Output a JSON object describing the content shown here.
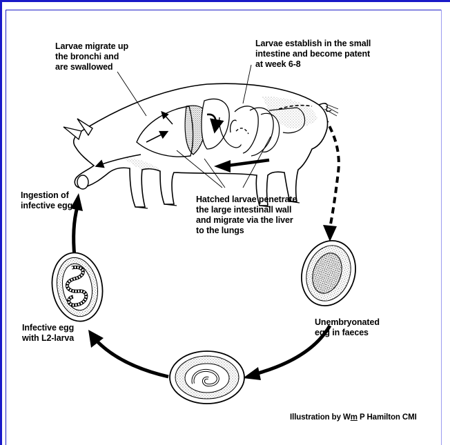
{
  "labels": {
    "bronchi": "Larvae migrate up\nthe bronchi and\nare swallowed",
    "intestine": "Larvae establish in the small\nintestine and become patent\nat week 6-8",
    "ingestion": "Ingestion of\ninfective egg",
    "hatched": "Hatched larvae penetrate\nthe large intestinall wall\nand migrate via the liver\nto the lungs",
    "infective_egg": "Infective egg\nwith L2-larva",
    "unembryonated": "Unembryonated\negg in faeces"
  },
  "credit": {
    "prefix": "Illustration by W",
    "underlined": "m",
    "suffix": " P Hamilton CMI"
  },
  "colors": {
    "frame": "#1a1ac8",
    "ink": "#000000"
  }
}
